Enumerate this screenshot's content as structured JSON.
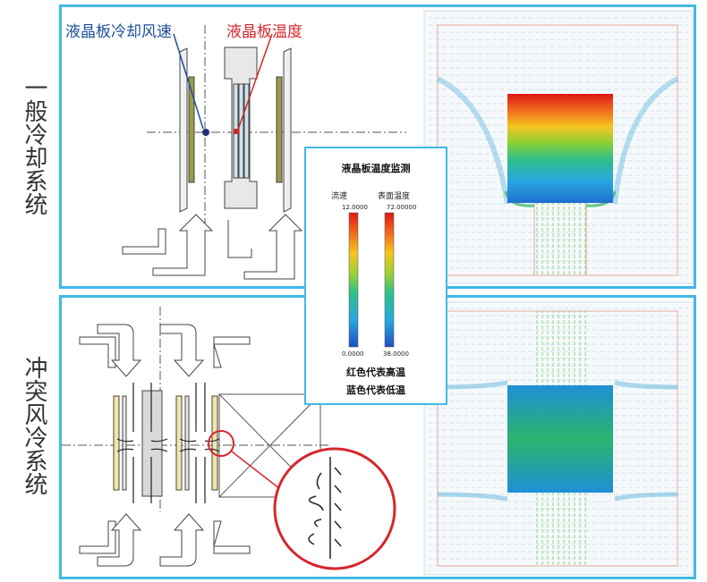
{
  "labels": {
    "general_system": "一般冷却系统",
    "impact_system": "冲突风冷系统"
  },
  "callouts": {
    "lcd_cooling_speed": "液晶板冷却风速",
    "lcd_temperature": "液晶板温度"
  },
  "legend": {
    "title": "液晶板温度监测",
    "flow_label": "流速",
    "surface_label": "表面温度",
    "flow_max": "12.0000",
    "flow_min": "0.0000",
    "temp_max": "72.00000",
    "temp_min": "38.0000",
    "note_red": "红色代表高温",
    "note_blue": "蓝色代表低温"
  },
  "colors": {
    "panel_border": "#41b9e6",
    "callout_blue": "#1f4e9c",
    "callout_red": "#d6262c",
    "hot": "#e0222a",
    "cool": "#1f6fd1"
  }
}
